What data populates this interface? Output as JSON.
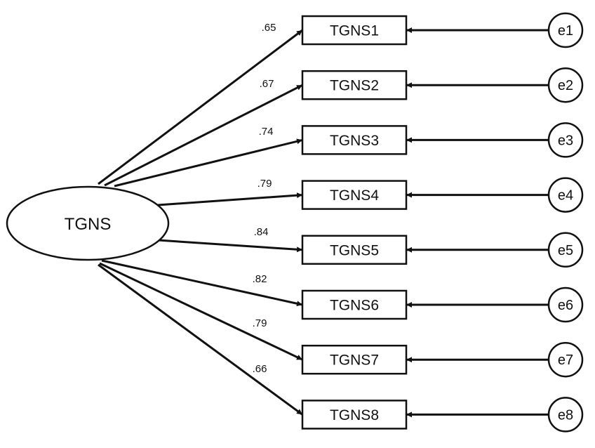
{
  "latent": {
    "label": "TGNS"
  },
  "indicators": [
    {
      "label": "TGNS1",
      "loading": ".65",
      "error": "e1"
    },
    {
      "label": "TGNS2",
      "loading": ".67",
      "error": "e2"
    },
    {
      "label": "TGNS3",
      "loading": ".74",
      "error": "e3"
    },
    {
      "label": "TGNS4",
      "loading": ".79",
      "error": "e4"
    },
    {
      "label": "TGNS5",
      "loading": ".84",
      "error": "e5"
    },
    {
      "label": "TGNS6",
      "loading": ".82",
      "error": "e6"
    },
    {
      "label": "TGNS7",
      "loading": ".79",
      "error": "e7"
    },
    {
      "label": "TGNS8",
      "loading": ".66",
      "error": "e8"
    }
  ]
}
